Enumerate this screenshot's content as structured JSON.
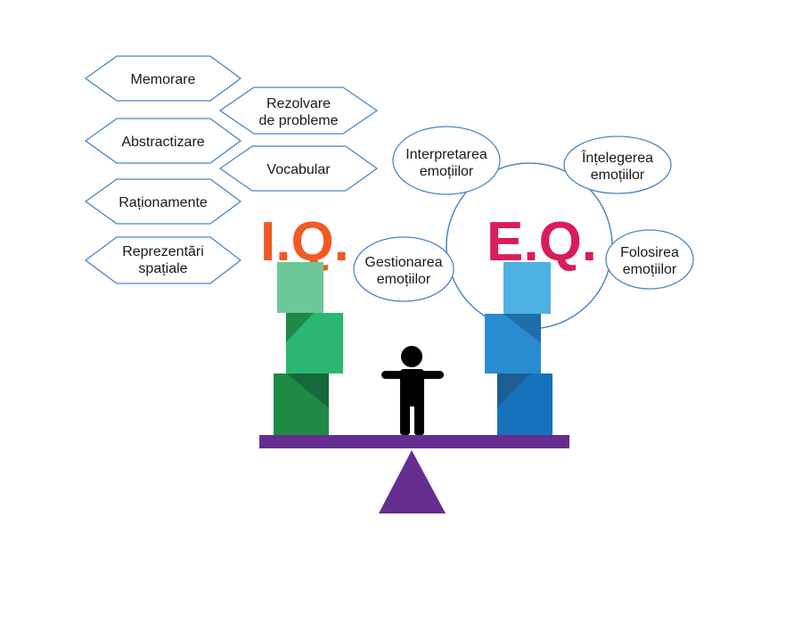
{
  "iq": {
    "title": "I.Q.",
    "color": "#f15a24",
    "skills": {
      "memorare": "Memorare",
      "rezolvare_1": "Rezolvare",
      "rezolvare_2": "de probleme",
      "abstractizare": "Abstractizare",
      "vocabular": "Vocabular",
      "rationamente": "Raționamente",
      "reprezentari_1": "Reprezentări",
      "reprezentari_2": "spațiale"
    },
    "block_colors": [
      "#6cc799",
      "#2bb673",
      "#1e8a45"
    ]
  },
  "eq": {
    "title": "E.Q.",
    "color": "#d91c5c",
    "skills": {
      "interpretarea_1": "Interpretarea",
      "interpretarea_2": "emoțiilor",
      "intelegerea_1": "Înțelegerea",
      "intelegerea_2": "emoțiilor",
      "gestionarea_1": "Gestionarea",
      "gestionarea_2": "emoțiilor",
      "folosirea_1": "Folosirea",
      "folosirea_2": "emoțiilor"
    },
    "block_colors": [
      "#4eb1e3",
      "#2a8bd1",
      "#1572bb"
    ]
  },
  "colors": {
    "outline": "#4a86c5",
    "beam": "#662d91",
    "figure": "#000000"
  },
  "icons": {
    "figure": "person-icon",
    "fulcrum": "triangle-fulcrum"
  }
}
